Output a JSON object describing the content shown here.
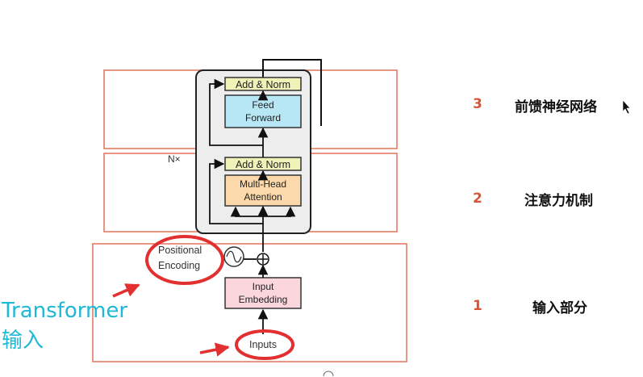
{
  "diagram": {
    "blocks": {
      "add_norm_top": "Add & Norm",
      "feed_forward_line1": "Feed",
      "feed_forward_line2": "Forward",
      "add_norm_mid": "Add & Norm",
      "attention_line1": "Multi-Head",
      "attention_line2": "Attention",
      "nx": "N×",
      "positional_line1": "Positional",
      "positional_line2": "Encoding",
      "plus_symbol": "⊕",
      "embedding_line1": "Input",
      "embedding_line2": "Embedding",
      "inputs": "Inputs"
    },
    "sections": [
      {
        "number": "3",
        "label": "前馈神经网络"
      },
      {
        "number": "2",
        "label": "注意力机制"
      },
      {
        "number": "1",
        "label": "输入部分"
      }
    ],
    "annotation": {
      "line1": "Transformer",
      "line2": "输入"
    },
    "colors": {
      "section_border": "#e0745a",
      "section_number": "#d9553a",
      "add_norm_fill": "#f1f2b8",
      "feed_forward_fill": "#b7e6f4",
      "attention_fill": "#fbd9ab",
      "embedding_fill": "#fbd6dc",
      "encoder_fill": "#ededed",
      "highlight_red": "#e23030",
      "annotation_cyan": "#1fb8d6"
    }
  }
}
